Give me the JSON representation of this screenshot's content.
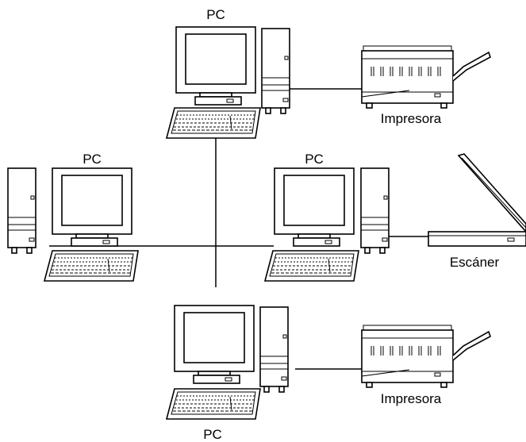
{
  "labels": {
    "pc_top": "PC",
    "pc_left": "PC",
    "pc_right": "PC",
    "pc_bottom": "PC",
    "printer_top": "Impresora",
    "printer_bottom": "Impresora",
    "scanner": "Escáner"
  },
  "icons": [
    "computer-icon",
    "printer-icon",
    "scanner-icon"
  ]
}
